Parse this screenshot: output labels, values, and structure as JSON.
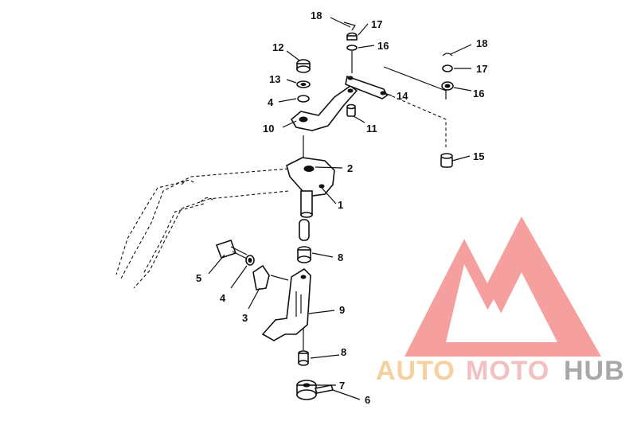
{
  "diagram": {
    "callouts": [
      {
        "id": "c18a",
        "text": "18"
      },
      {
        "id": "c17a",
        "text": "17"
      },
      {
        "id": "c16a",
        "text": "16"
      },
      {
        "id": "c18b",
        "text": "18"
      },
      {
        "id": "c17b",
        "text": "17"
      },
      {
        "id": "c16b",
        "text": "16"
      },
      {
        "id": "c12",
        "text": "12"
      },
      {
        "id": "c13",
        "text": "13"
      },
      {
        "id": "c4a",
        "text": "4"
      },
      {
        "id": "c10",
        "text": "10"
      },
      {
        "id": "c11",
        "text": "11"
      },
      {
        "id": "c14",
        "text": "14"
      },
      {
        "id": "c15",
        "text": "15"
      },
      {
        "id": "c2",
        "text": "2"
      },
      {
        "id": "c1",
        "text": "1"
      },
      {
        "id": "c8a",
        "text": "8"
      },
      {
        "id": "c5",
        "text": "5"
      },
      {
        "id": "c4b",
        "text": "4"
      },
      {
        "id": "c3",
        "text": "3"
      },
      {
        "id": "c9",
        "text": "9"
      },
      {
        "id": "c8b",
        "text": "8"
      },
      {
        "id": "c7",
        "text": "7"
      },
      {
        "id": "c6",
        "text": "6"
      }
    ]
  },
  "watermark": {
    "word_auto": "AUTO",
    "word_moto": "MOTO",
    "word_hub": "HUB",
    "color_auto": "#f5c98f",
    "color_moto": "#f2b6b6",
    "color_hub": "#9a9a9a",
    "color_logo": "#f26a6a"
  }
}
